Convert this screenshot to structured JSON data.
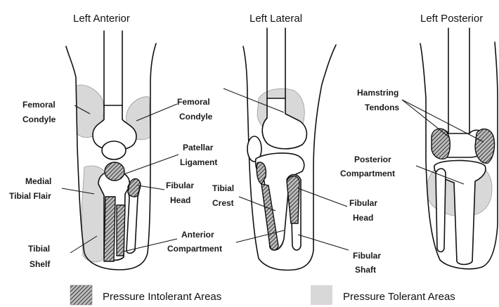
{
  "views": {
    "anterior": "Left Anterior",
    "lateral": "Left Lateral",
    "posterior": "Left Posterior"
  },
  "labels": {
    "femoral_condyle_left": [
      "Femoral",
      "Condyle"
    ],
    "medial_tibial_flair": [
      "Medial",
      "Tibial Flair"
    ],
    "tibial_shelf": [
      "Tibial",
      "Shelf"
    ],
    "femoral_condyle_mid": [
      "Femoral",
      "Condyle"
    ],
    "patellar_ligament": [
      "Patellar",
      "Ligament"
    ],
    "fibular_head_anterior": [
      "Fibular",
      "Head"
    ],
    "anterior_compartment": [
      "Anterior",
      "Compartment"
    ],
    "tibial_crest": [
      "Tibial",
      "Crest"
    ],
    "fibular_head_lateral": [
      "Fibular",
      "Head"
    ],
    "fibular_shaft": [
      "Fibular",
      "Shaft"
    ],
    "hamstring_tendons": [
      "Hamstring",
      "Tendons"
    ],
    "posterior_compartment": [
      "Posterior",
      "Compartment"
    ]
  },
  "legend": {
    "intolerant": "Pressure Intolerant Areas",
    "tolerant": "Pressure Tolerant Areas"
  },
  "colors": {
    "tolerant_fill": "#d8d8d8",
    "intolerant_hatch": "#444444",
    "outline": "#111111"
  }
}
